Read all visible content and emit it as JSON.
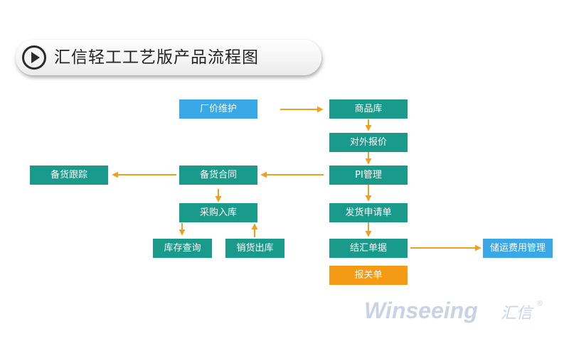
{
  "header": {
    "title": "汇信轻工工艺版产品流程图"
  },
  "colors": {
    "teal": "#1a9a8a",
    "blue": "#3aa7e6",
    "orange": "#f49a15",
    "arrow": "#f0a020"
  },
  "nodes": {
    "factory_price": "厂价维护",
    "product_lib": "商品库",
    "external_quote": "对外报价",
    "pi_management": "PI管理",
    "shipment_request": "发货申请单",
    "settlement": "结汇单据",
    "customs": "报关单",
    "storage_cost": "储运费用管理",
    "stock_contract": "备货合同",
    "stock_tracking": "备货跟踪",
    "purchase_in": "采购入库",
    "inventory_query": "库存查询",
    "sales_out": "销货出库"
  },
  "logo": {
    "text": "Winseeing",
    "cn": "汇信",
    "mark": "®"
  }
}
